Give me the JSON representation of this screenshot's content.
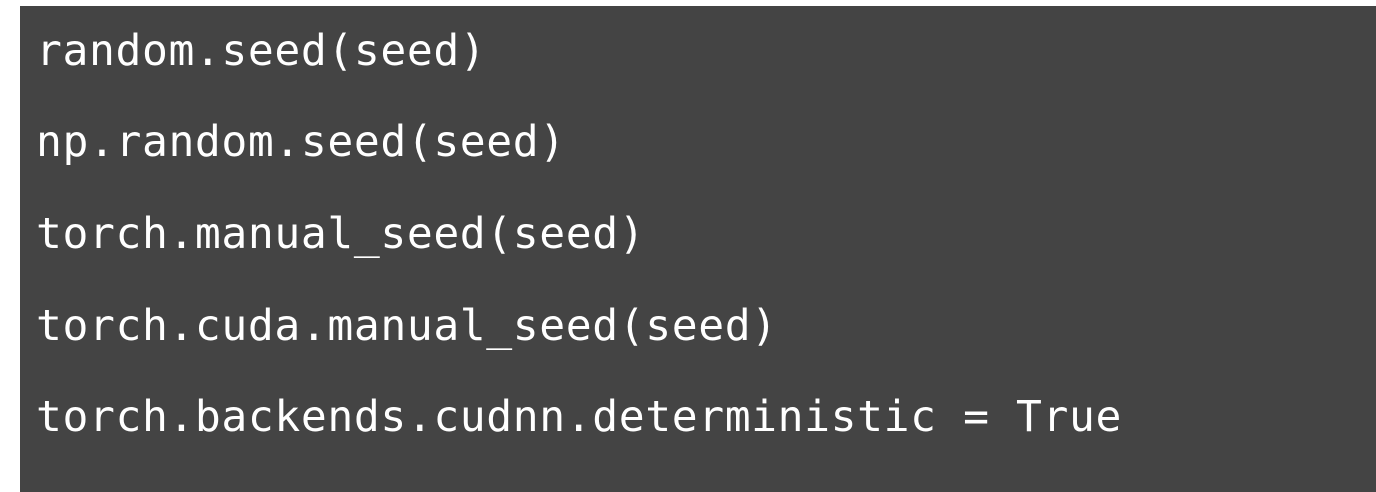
{
  "code": {
    "lines": [
      "random.seed(seed)",
      "np.random.seed(seed)",
      "torch.manual_seed(seed)",
      "torch.cuda.manual_seed(seed)",
      "torch.backends.cudnn.deterministic = True"
    ]
  },
  "colors": {
    "background": "#444444",
    "text": "#ffffff"
  }
}
